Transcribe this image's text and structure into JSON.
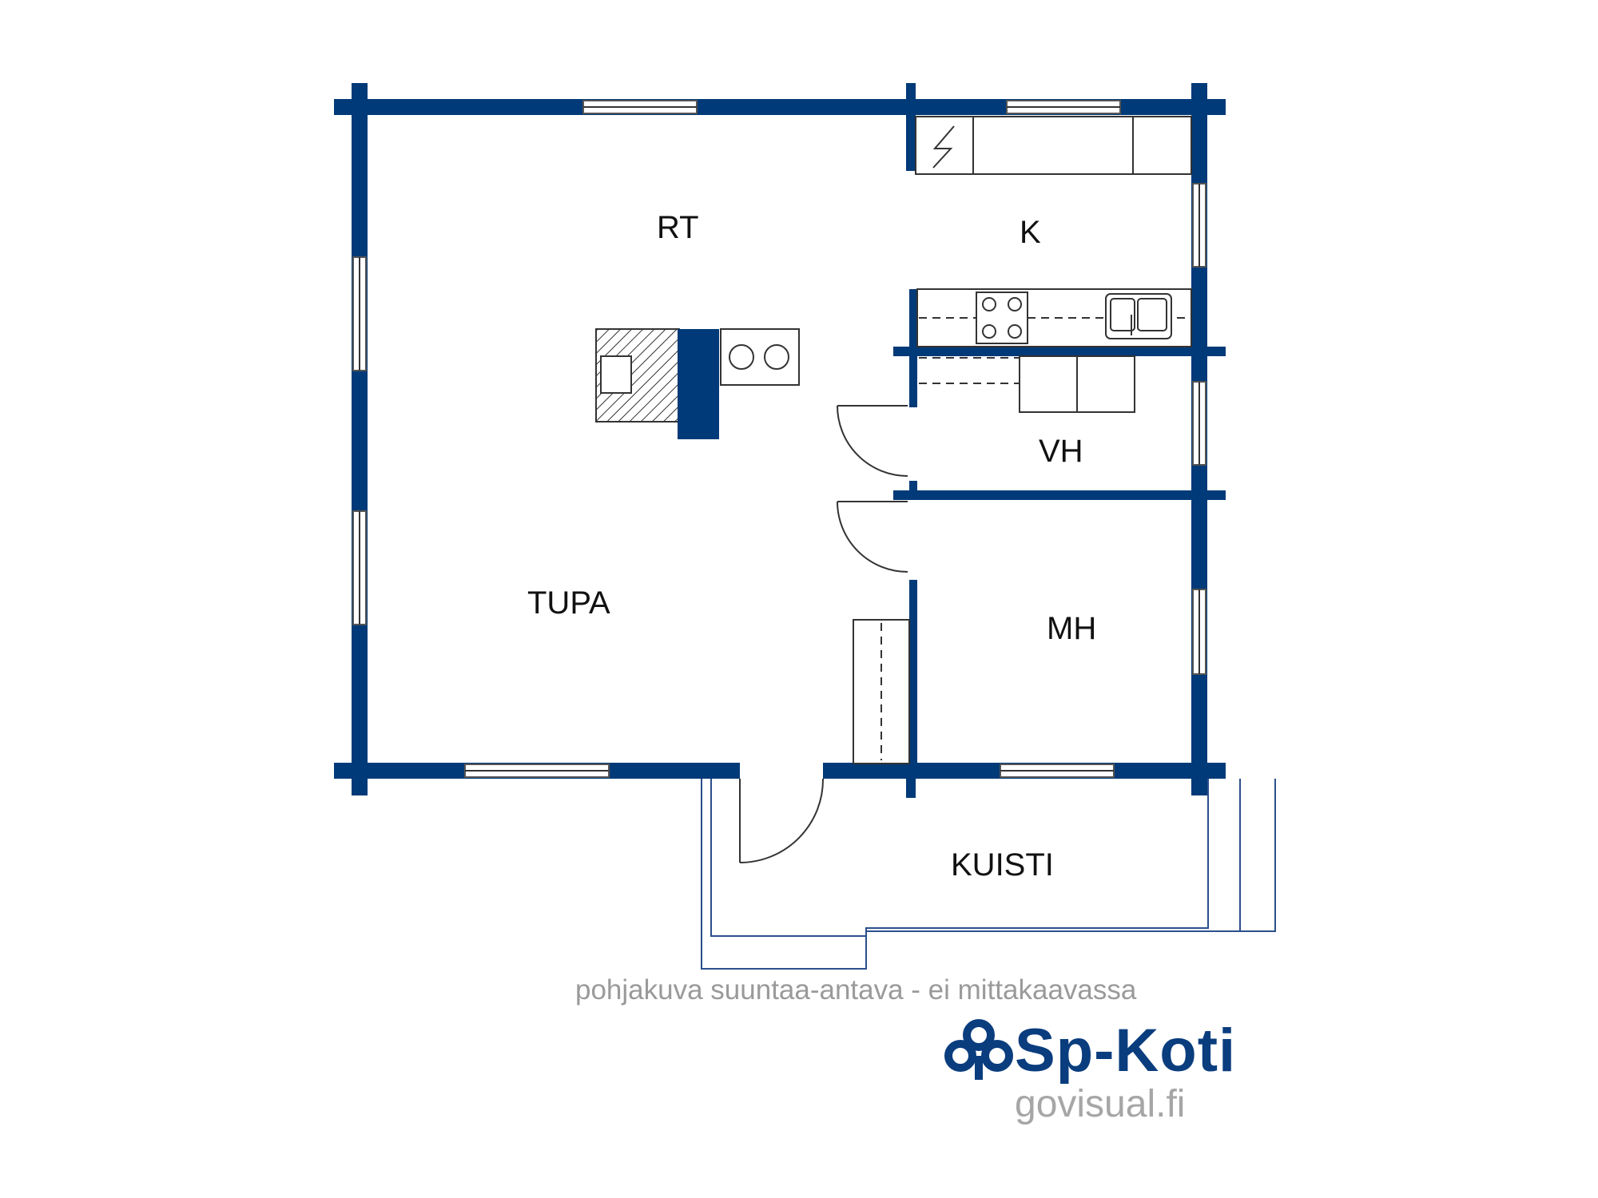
{
  "rooms": {
    "rt": "RT",
    "k": "K",
    "vh": "VH",
    "tupa": "TUPA",
    "mh": "MH",
    "kuisti": "KUISTI"
  },
  "footer": {
    "disclaimer": "pohjakuva suuntaa-antava - ei mittakaavassa",
    "brand": "Sp-Koti",
    "website": "govisual.fi"
  },
  "colors": {
    "wall": "#003a78",
    "brand": "#0a3d7e",
    "disclaimer": "#9a9a9a"
  }
}
